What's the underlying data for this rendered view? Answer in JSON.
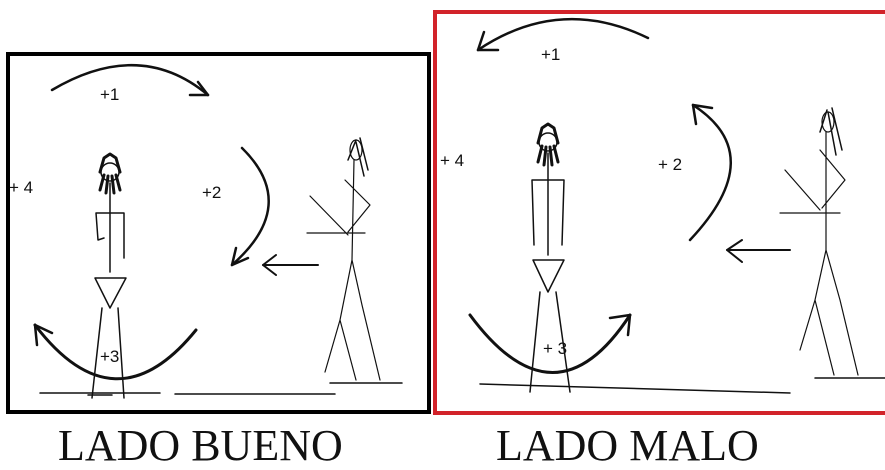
{
  "panels": [
    {
      "id": "good",
      "border_color": "#000000",
      "caption": "LADO BUENO",
      "labels": {
        "one": "+1",
        "two": "+2",
        "three": "+3",
        "four": "+ 4"
      }
    },
    {
      "id": "bad",
      "border_color": "#d2232a",
      "caption": "LADO MALO",
      "labels": {
        "one": "+1",
        "two": "+ 2",
        "three": "+ 3",
        "four": "+ 4"
      }
    }
  ]
}
